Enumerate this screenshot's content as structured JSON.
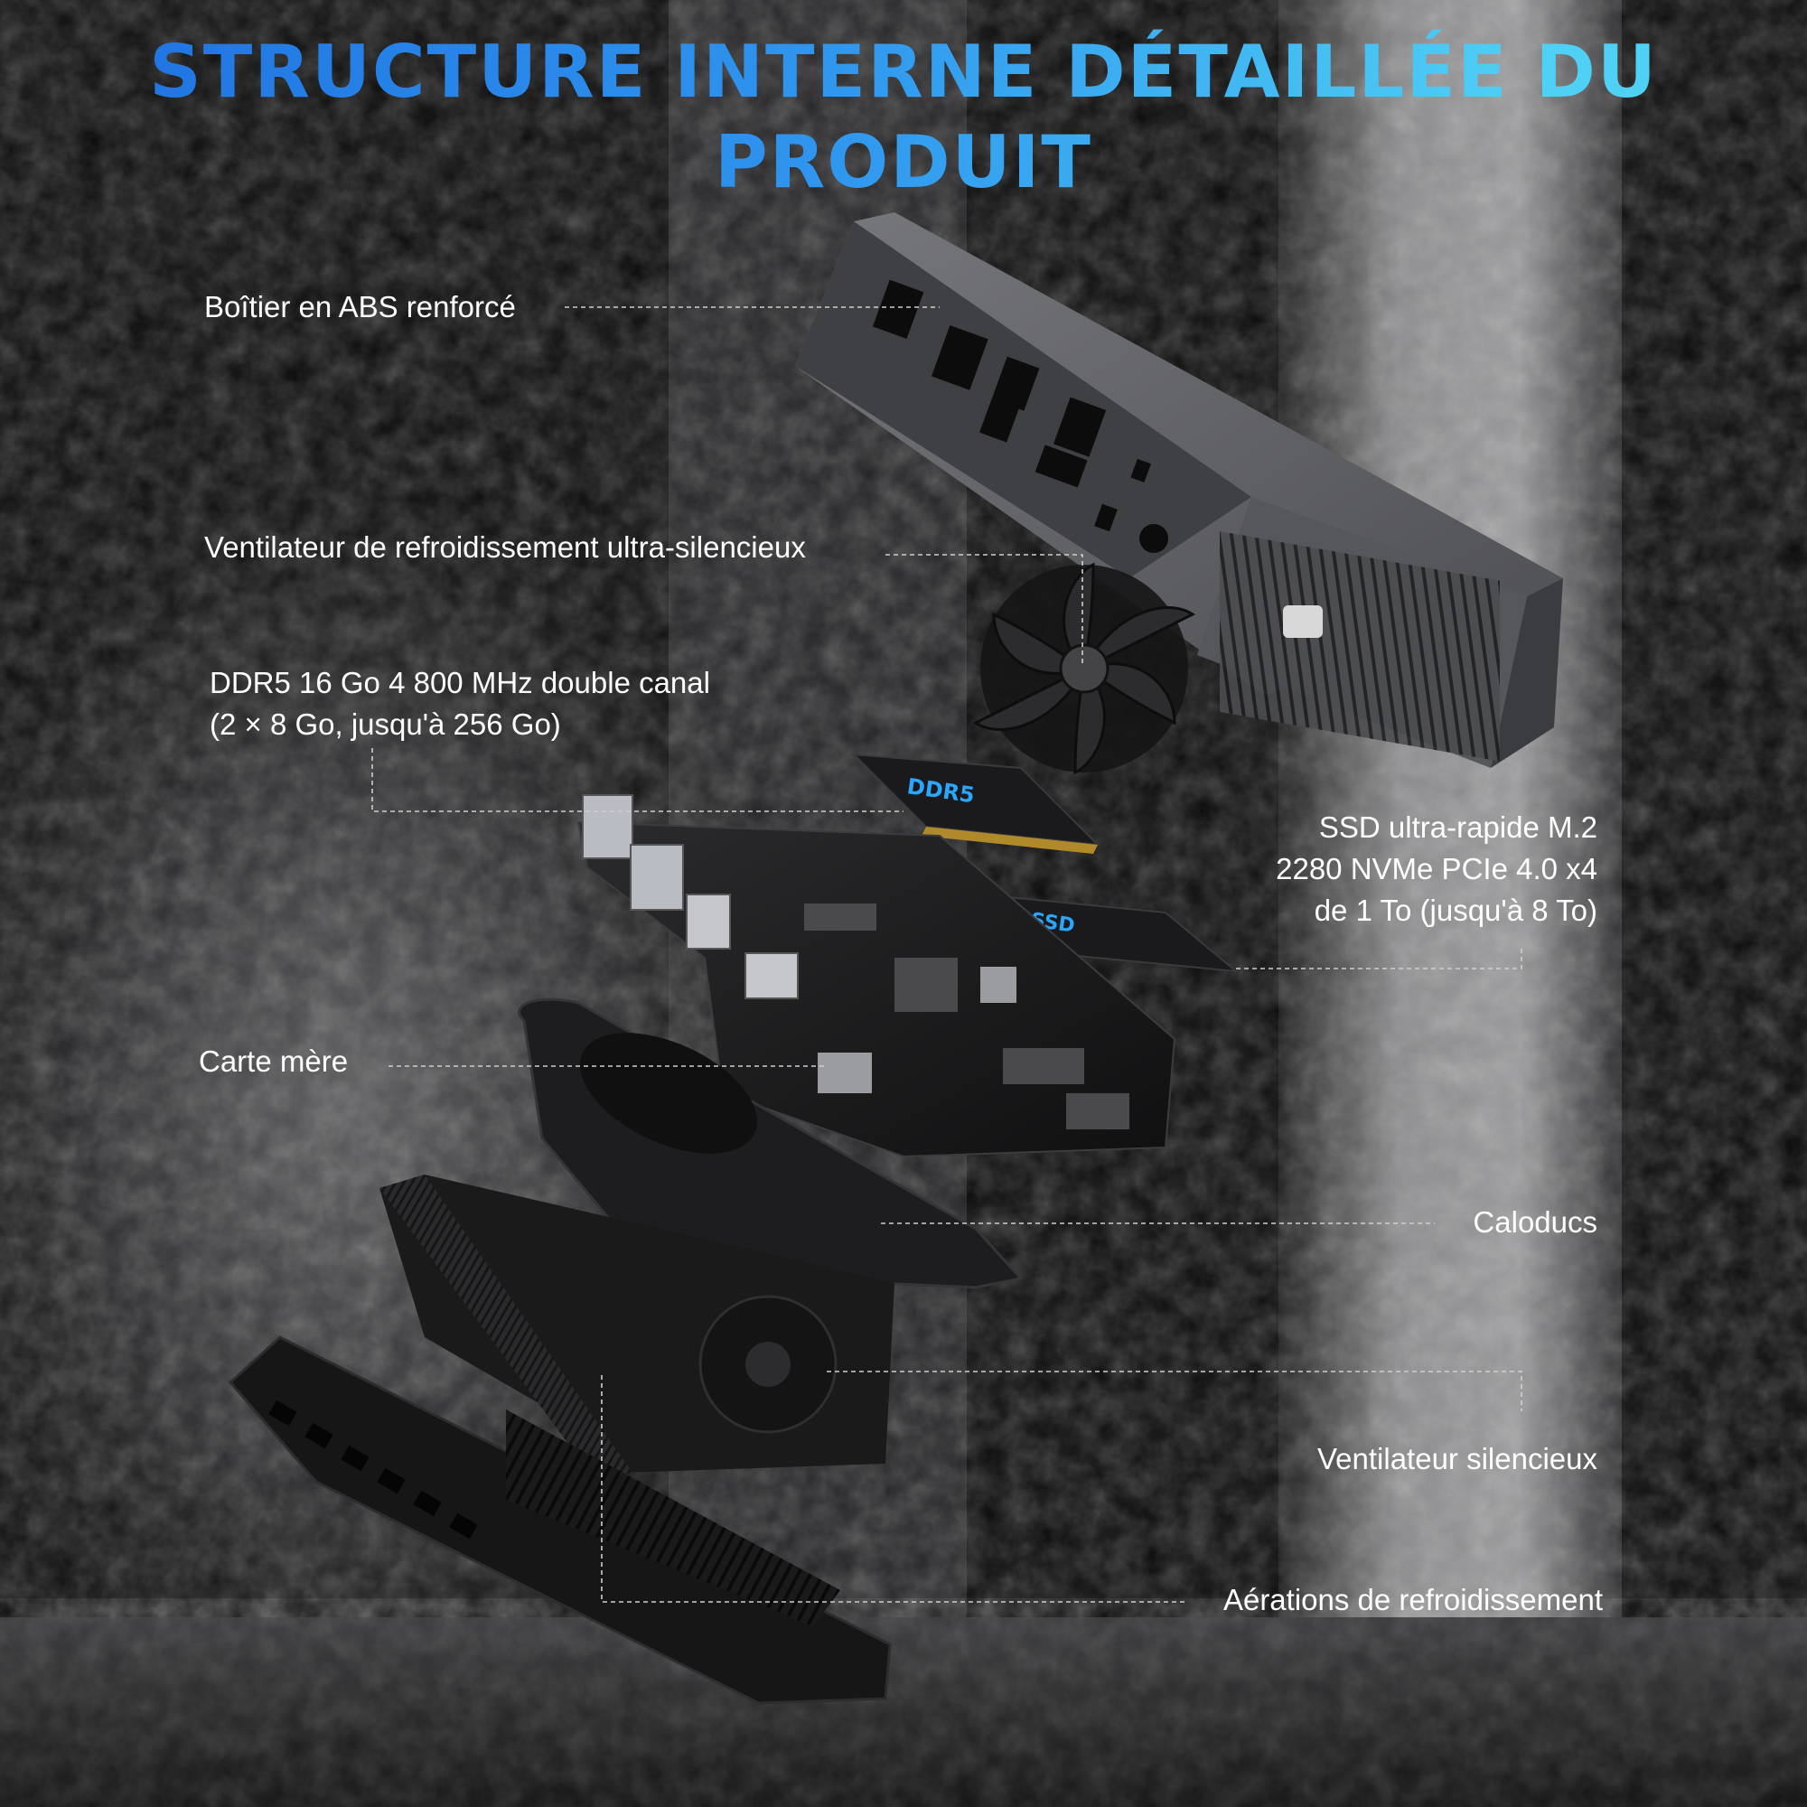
{
  "title": {
    "line1": "STRUCTURE INTERNE DÉTAILLÉE DU",
    "line2": "PRODUIT"
  },
  "labels": {
    "case": "Boîtier en ABS renforcé",
    "fan_top": "Ventilateur de refroidissement ultra-silencieux",
    "ram_line1": "DDR5 16 Go 4 800 MHz double canal",
    "ram_line2": "(2 × 8 Go, jusqu'à 256 Go)",
    "ssd_line1": "SSD ultra-rapide M.2",
    "ssd_line2": "2280 NVMe PCIe 4.0 x4",
    "ssd_line3": "de 1 To (jusqu'à 8 To)",
    "motherboard": "Carte mère",
    "heatpipes": "Caloducs",
    "fan_bottom": "Ventilateur silencieux",
    "vents": "Aérations de refroidissement"
  },
  "module_marks": {
    "ram": "DDR5",
    "ssd": "SSD"
  },
  "colors": {
    "title_start": "#1e6fe0",
    "title_end": "#4fd0f5",
    "label_text": "#ffffff",
    "leader_line": "#cfcfcf",
    "case_gray": "#5f6064"
  }
}
